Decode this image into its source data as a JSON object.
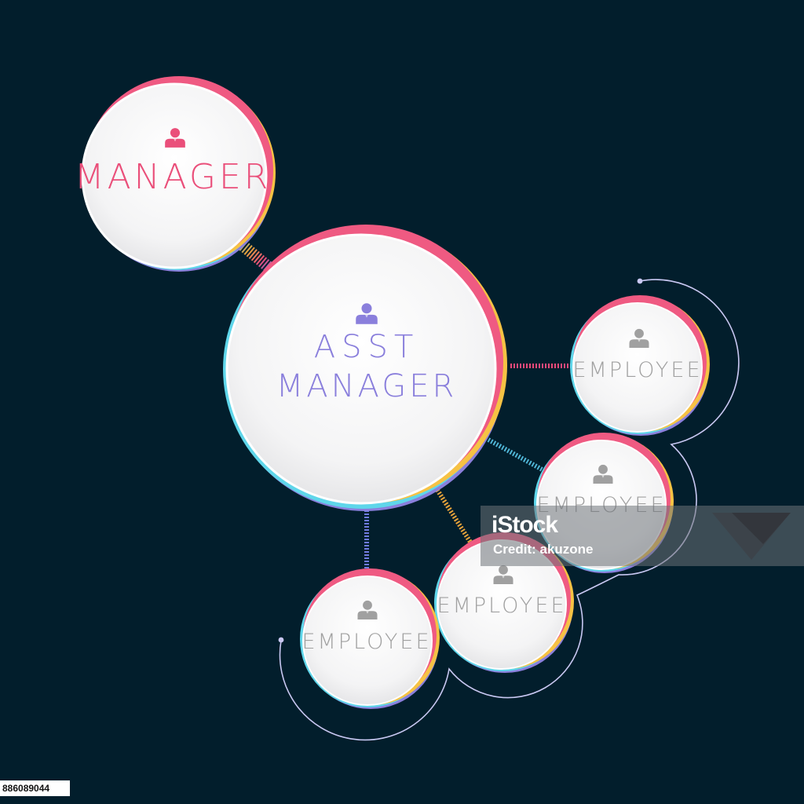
{
  "nodes": [
    {
      "id": "manager",
      "label": "MANAGER",
      "color": "#ea4f7a"
    },
    {
      "id": "asst-manager",
      "label_lines": [
        "ASST",
        "MANAGER"
      ],
      "color": "#8a7fdc"
    },
    {
      "id": "employee-1",
      "label": "EMPLOYEE",
      "color": "#a0a0a0"
    },
    {
      "id": "employee-2",
      "label": "EMPLOYEE",
      "color": "#a0a0a0"
    },
    {
      "id": "employee-3",
      "label": "EMPLOYEE",
      "color": "#a0a0a0"
    },
    {
      "id": "employee-4",
      "label": "EMPLOYEE",
      "color": "#a0a0a0"
    }
  ],
  "edges": [
    {
      "from": "manager",
      "to": "asst-manager",
      "color": "multicolor"
    },
    {
      "from": "asst-manager",
      "to": "employee-1",
      "color": "#e84a7b"
    },
    {
      "from": "asst-manager",
      "to": "employee-2",
      "color": "#4fb5d6"
    },
    {
      "from": "asst-manager",
      "to": "employee-3",
      "color": "#e8a43a"
    },
    {
      "from": "asst-manager",
      "to": "employee-4",
      "color": "#6f7be0"
    }
  ],
  "colors": {
    "background": "#021e2c",
    "ring_pink": "#ef5a82",
    "ring_yellow": "#f6c244",
    "ring_cyan": "#5fd6ea",
    "ring_violet": "#8a7fdc",
    "orbit": "#c9c8f2"
  },
  "icons": [
    "person-icon"
  ],
  "watermark": {
    "logo": "iStock",
    "credit": "Credit: akuzone"
  },
  "stock_id": "886089044"
}
